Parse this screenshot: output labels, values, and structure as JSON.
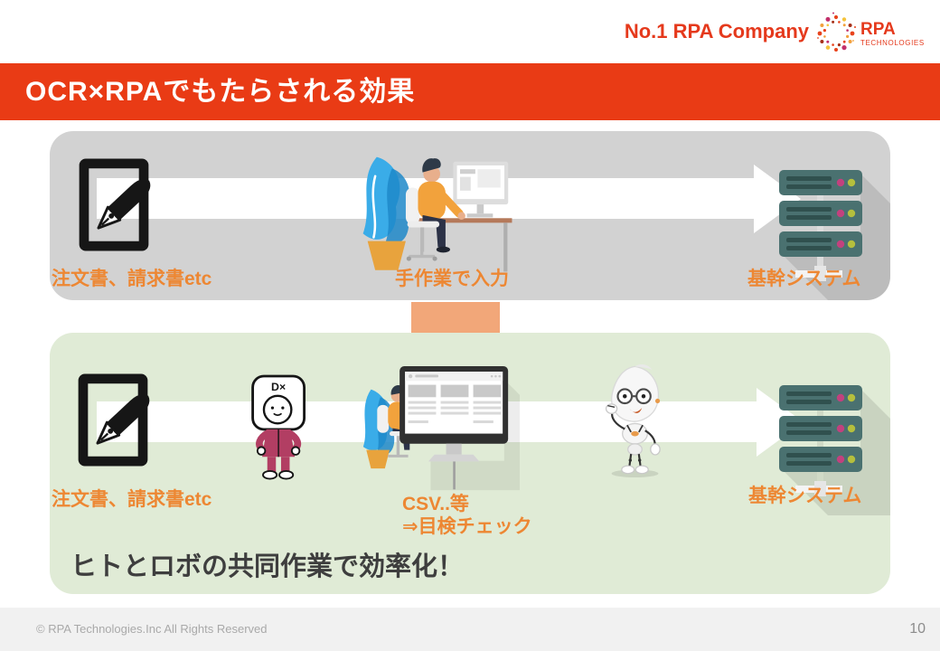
{
  "title": "OCR×RPAでもたらされる効果",
  "header": {
    "tagline": "No.1 RPA Company",
    "logo_line1": "RPA",
    "logo_line2": "TECHNOLOGIES"
  },
  "before_flow": {
    "source_label": "注文書、請求書etc",
    "process_label": "手作業で入力",
    "target_label": "基幹システム"
  },
  "after_flow": {
    "source_label": "注文書、請求書etc",
    "process_label_line1": "CSV..等",
    "process_label_line2": "⇒目検チェック",
    "target_label": "基幹システム",
    "headline": "ヒトとロボの共同作業で効率化！",
    "mascot_head_text": "D×"
  },
  "footer": {
    "copyright": "© RPA Technologies.Inc All Rights Reserved",
    "page_number": "10"
  },
  "icons": {
    "logo_ring": "dotted-circle-ring",
    "document_pen": "document-with-fountain-pen",
    "flow_arrow": "white-right-arrow",
    "down_arrow": "orange-down-arrow",
    "servers": "server-stack",
    "mascot": "dx-suit-mascot",
    "robot": "white-robot-mascot",
    "person_desk": "person-working-at-computer",
    "monitor_person": "person-checking-large-monitor"
  },
  "colors": {
    "banner_red": "#E93B15",
    "brand_red": "#E5391C",
    "label_orange": "#ED8733",
    "panel_gray": "#D2D2D2",
    "panel_green": "#E0EBD6",
    "down_arrow_salmon": "#F2A779",
    "headline_dark": "#3E3E3E",
    "server_teal": "#4A7170",
    "footer_bg": "#F1F1F1"
  }
}
